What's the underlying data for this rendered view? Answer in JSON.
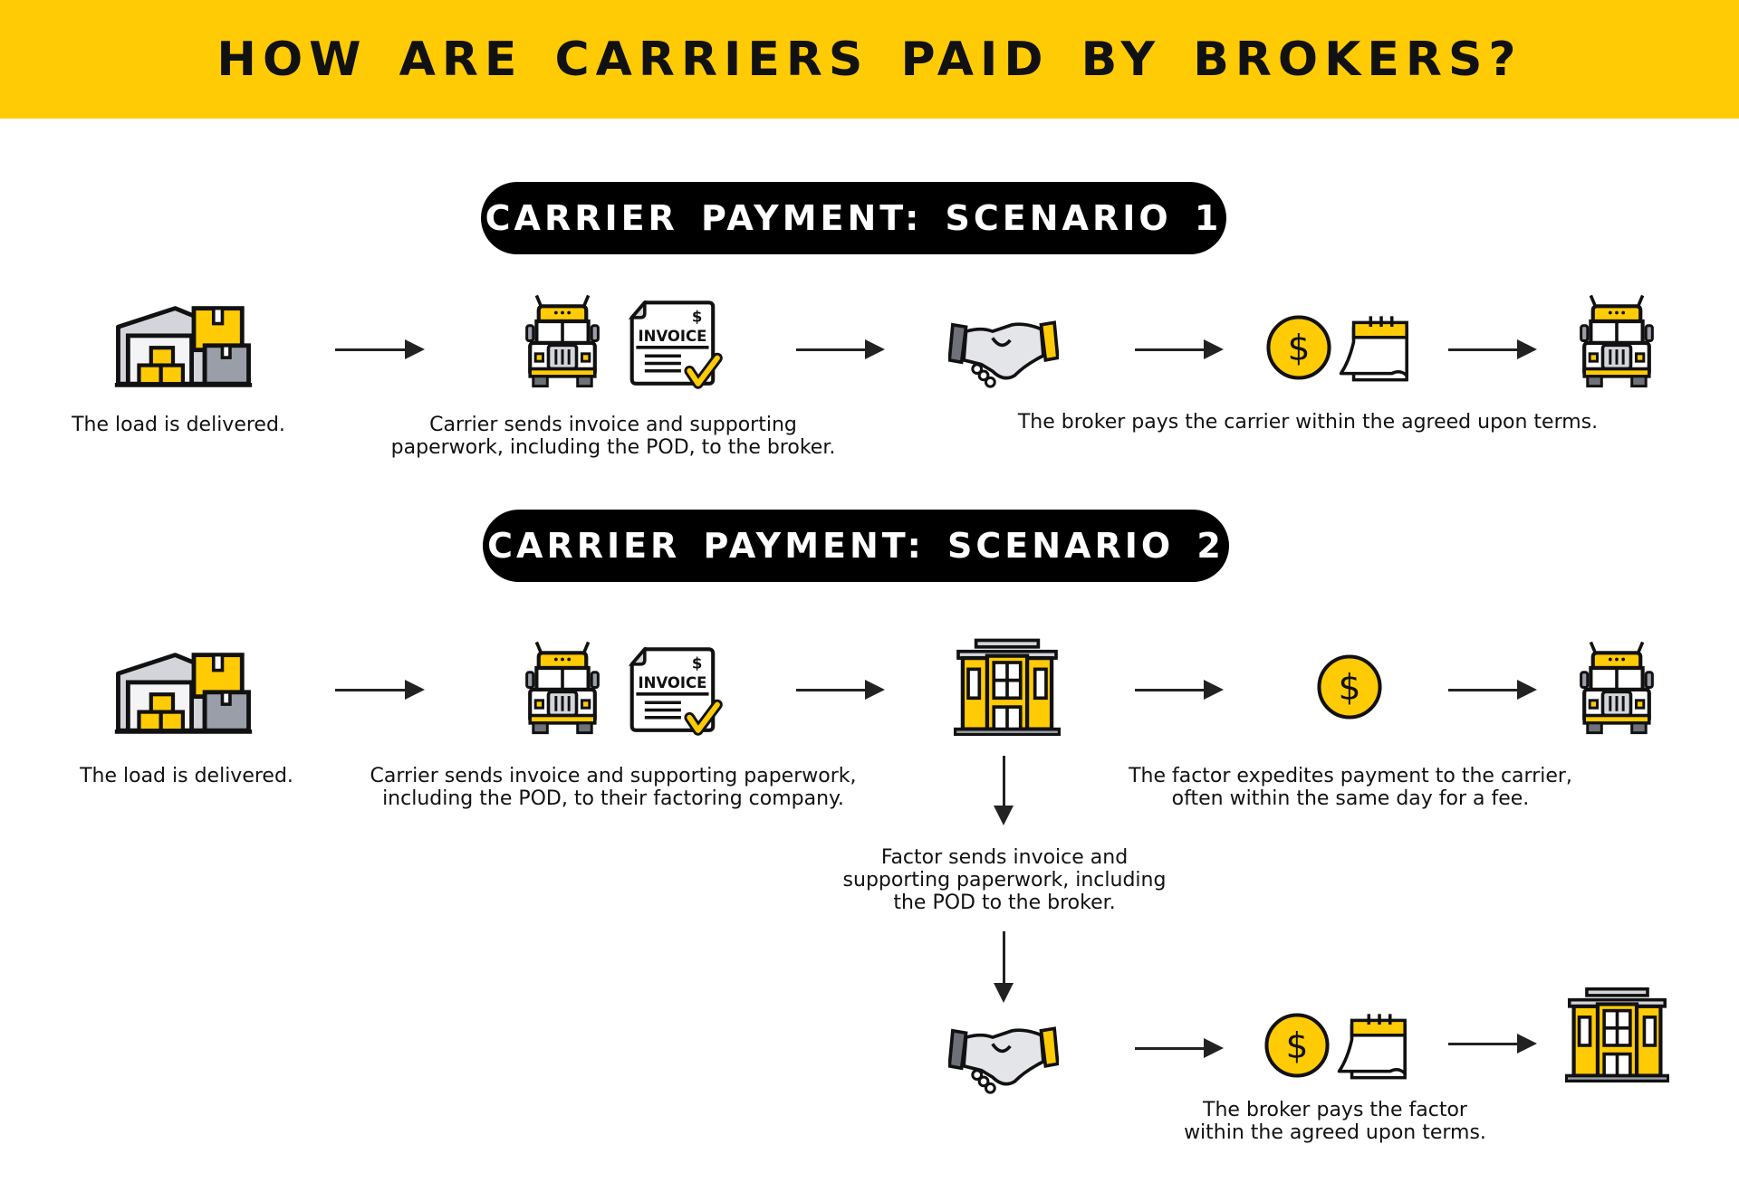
{
  "title": "HOW ARE CARRIERS PAID BY BROKERS?",
  "colors": {
    "accent": "#ffcb05",
    "dark": "#000000",
    "gray": "#9a9ea8"
  },
  "icon_text": {
    "invoice": "INVOICE",
    "dollar": "$"
  },
  "scenario1": {
    "label": "CARRIER PAYMENT: SCENARIO 1",
    "steps": [
      {
        "icons": [
          "warehouse-icon"
        ],
        "caption": [
          "The load is delivered."
        ]
      },
      {
        "icons": [
          "truck-icon",
          "invoice-icon"
        ],
        "caption": [
          "Carrier sends invoice and supporting",
          "paperwork, including the POD, to the broker."
        ]
      },
      {
        "icons": [
          "handshake-icon"
        ]
      },
      {
        "icons": [
          "coin-icon",
          "calendar-icon"
        ],
        "caption": [
          "The broker pays the carrier within the agreed upon terms."
        ]
      },
      {
        "icons": [
          "truck-icon"
        ]
      }
    ]
  },
  "scenario2": {
    "label": "CARRIER PAYMENT: SCENARIO 2",
    "steps": [
      {
        "icons": [
          "warehouse-icon"
        ],
        "caption": [
          "The load is delivered."
        ]
      },
      {
        "icons": [
          "truck-icon",
          "invoice-icon"
        ],
        "caption": [
          "Carrier sends invoice and supporting paperwork,",
          "including the POD, to their factoring company."
        ]
      },
      {
        "icons": [
          "building-icon"
        ],
        "caption": [
          "Factor sends invoice and",
          "supporting paperwork, including",
          "the POD to the broker."
        ]
      },
      {
        "icons": [
          "coin-icon"
        ],
        "caption": [
          "The factor expedites payment to the carrier,",
          "often within the same day for a fee."
        ]
      },
      {
        "icons": [
          "truck-icon"
        ]
      },
      {
        "icons": [
          "handshake-icon"
        ]
      },
      {
        "icons": [
          "coin-icon",
          "calendar-icon"
        ],
        "caption": [
          "The broker pays the factor",
          "within the agreed upon terms."
        ]
      },
      {
        "icons": [
          "building-icon"
        ]
      }
    ]
  }
}
